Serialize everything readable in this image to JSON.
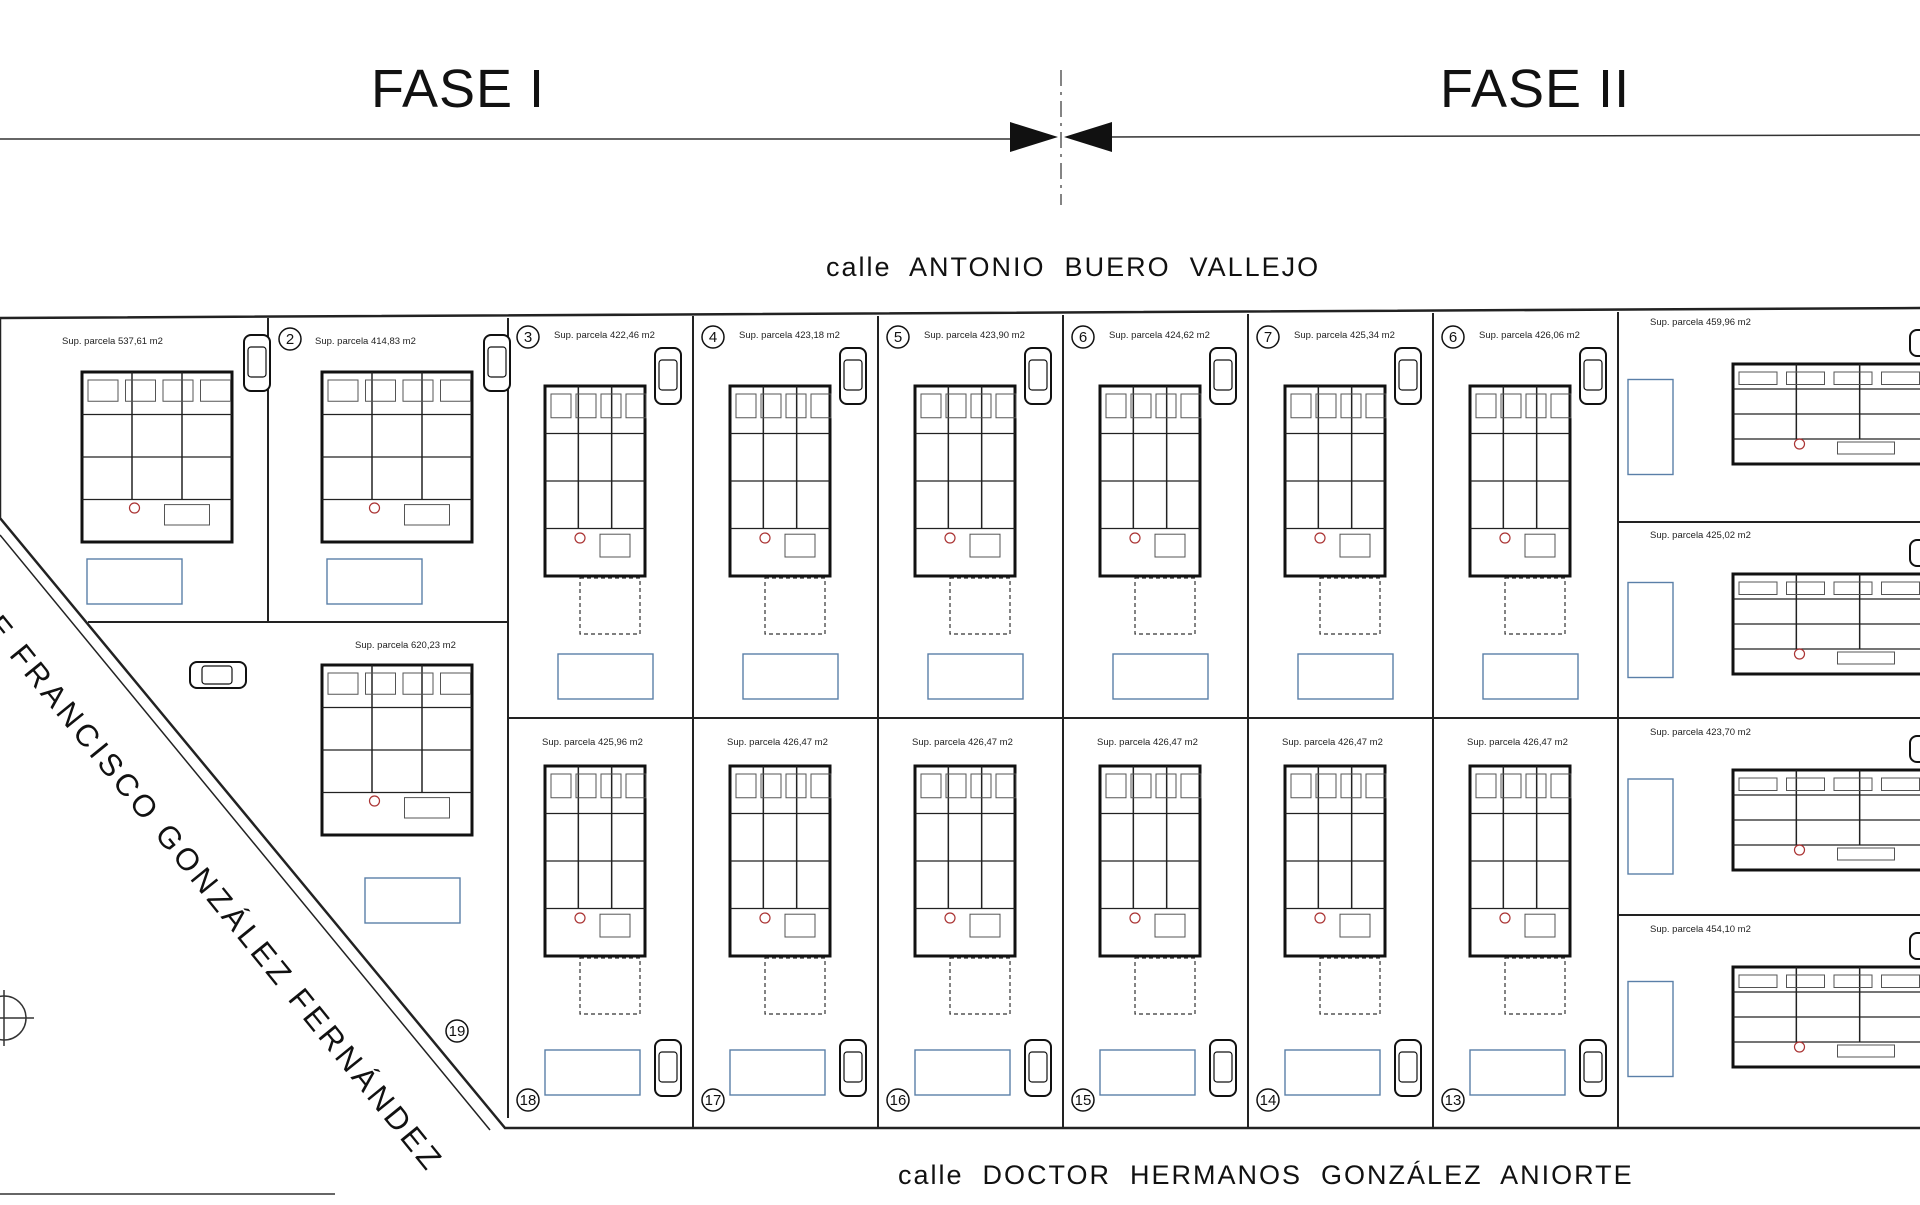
{
  "phases": {
    "left": "FASE I",
    "right": "FASE II"
  },
  "streets": {
    "top": "calle  ANTONIO  BUERO  VALLEJO",
    "bottom": "calle  DOCTOR  HERMANOS  GONZÁLEZ  ANIORTE",
    "diagonal": "DE  FRANCISCO  GONZÁLEZ  FERNÁNDEZ"
  },
  "plots": [
    {
      "id": "p1",
      "num": "",
      "label": "Sup. parcela 537,61 m2"
    },
    {
      "id": "p2",
      "num": "2",
      "label": "Sup. parcela 414,83 m2"
    },
    {
      "id": "p3",
      "num": "3",
      "label": "Sup. parcela 422,46 m2"
    },
    {
      "id": "p4",
      "num": "4",
      "label": "Sup. parcela 423,18 m2"
    },
    {
      "id": "p5",
      "num": "5",
      "label": "Sup. parcela 423,90 m2"
    },
    {
      "id": "p6",
      "num": "6",
      "label": "Sup. parcela 424,62 m2"
    },
    {
      "id": "p7",
      "num": "7",
      "label": "Sup. parcela 425,34 m2"
    },
    {
      "id": "p8",
      "num": "6",
      "label": "Sup. parcela 426,06 m2"
    },
    {
      "id": "p19",
      "num": "19",
      "label": "Sup. parcela 620,23 m2"
    },
    {
      "id": "p18",
      "num": "18",
      "label": "Sup. parcela 425,96 m2"
    },
    {
      "id": "p17",
      "num": "17",
      "label": "Sup. parcela 426,47 m2"
    },
    {
      "id": "p16",
      "num": "16",
      "label": "Sup. parcela 426,47 m2"
    },
    {
      "id": "p15",
      "num": "15",
      "label": "Sup. parcela 426,47 m2"
    },
    {
      "id": "p14",
      "num": "14",
      "label": "Sup. parcela 426,47 m2"
    },
    {
      "id": "p13",
      "num": "13",
      "label": "Sup. parcela 426,47 m2"
    },
    {
      "id": "pr1",
      "num": "",
      "label": "Sup. parcela 459,96 m2"
    },
    {
      "id": "pr2",
      "num": "",
      "label": "Sup. parcela 425,02 m2"
    },
    {
      "id": "pr3",
      "num": "",
      "label": "Sup. parcela 423,70 m2"
    },
    {
      "id": "pr4",
      "num": "",
      "label": "Sup. parcela 454,10 m2"
    }
  ],
  "icons": {
    "car": "car-icon",
    "pool": "pool-icon",
    "house": "house-plan-icon",
    "north": "north-arrow-icon"
  }
}
